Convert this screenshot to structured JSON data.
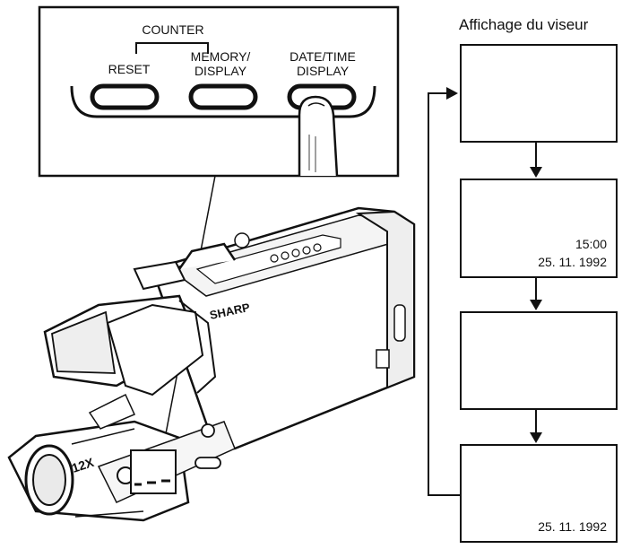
{
  "panel": {
    "counter_label": "COUNTER",
    "reset_label": "RESET",
    "memory_label_line1": "MEMORY/",
    "memory_label_line2": "DISPLAY",
    "datetime_label_line1": "DATE/TIME",
    "datetime_label_line2": "DISPLAY"
  },
  "camcorder": {
    "brand": "SHARP",
    "zoom_label": "12X"
  },
  "viewfinder": {
    "title": "Affichage du viseur",
    "screens": [
      {
        "time": "",
        "date": ""
      },
      {
        "time": "15:00",
        "date": "25. 11. 1992"
      },
      {
        "time": "",
        "date": ""
      },
      {
        "time": "",
        "date": "25. 11. 1992"
      }
    ]
  }
}
